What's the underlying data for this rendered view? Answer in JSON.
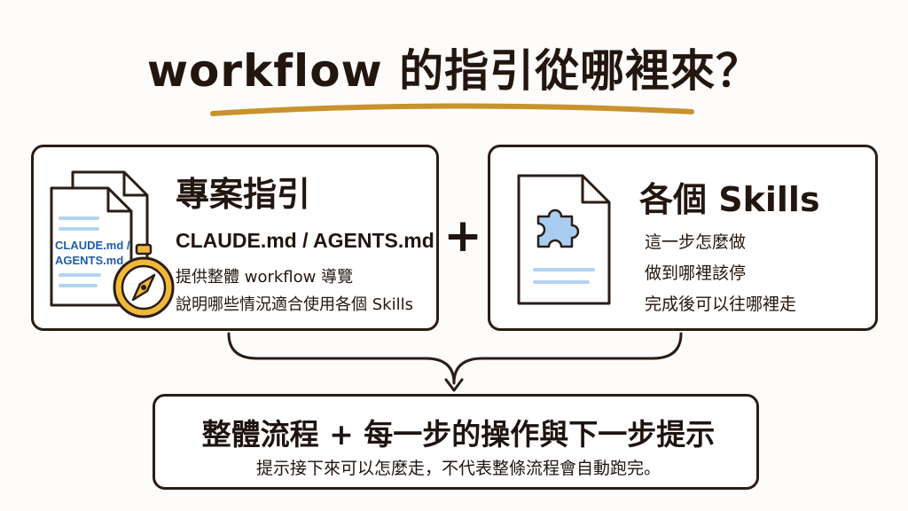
{
  "title": "workflow 的指引從哪裡來？",
  "left_card": {
    "title": "專案指引",
    "subtitle": "CLAUDE.md / AGENTS.md",
    "lines": [
      "提供整體 workflow 導覽",
      "說明哪些情況適合使用各個 Skills"
    ],
    "doc_label_1": "CLAUDE.md /",
    "doc_label_2": "AGENTS.md",
    "icons": [
      "document-stack-icon",
      "compass-icon"
    ]
  },
  "plus": "+",
  "right_card": {
    "title": "各個 Skills",
    "lines": [
      "這一步怎麼做",
      "做到哪裡該停",
      "完成後可以往哪裡走"
    ],
    "icons": [
      "puzzle-document-icon"
    ]
  },
  "bottom_card": {
    "title": "整體流程 + 每一步的操作與下一步提示",
    "note": "提示接下來可以怎麼走，不代表整條流程會自動跑完。"
  },
  "colors": {
    "accent_underline": "#c8922c",
    "compass_gold": "#f0b93a",
    "puzzle_blue": "#a9cdf0",
    "doc_line_blue": "#b5d3f2",
    "label_blue": "#1f5ca8",
    "ink": "#2a1d16"
  }
}
